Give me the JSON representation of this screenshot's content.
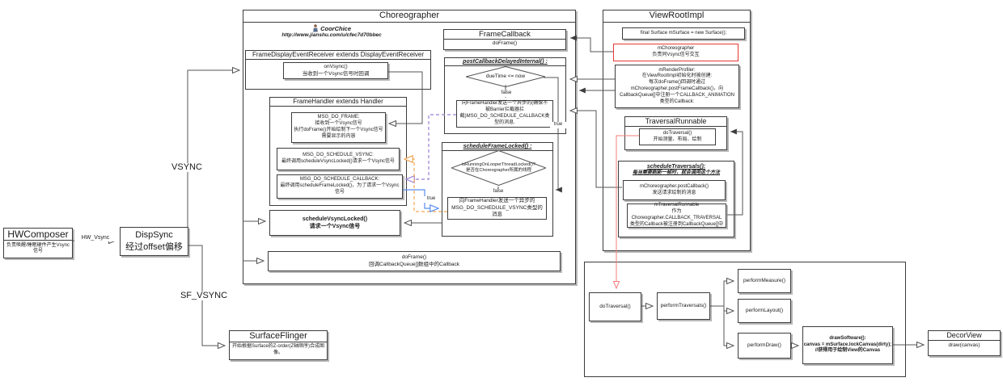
{
  "colors": {
    "red_box_border": "#e53935",
    "red_line": "#f47c7c",
    "orange_line": "#f2a654",
    "purple_line": "#9b7fd4",
    "blue_line": "#5b8def",
    "wire": "#555555"
  },
  "left": {
    "hwcomposer_title": "HWComposer",
    "hwcomposer_desc": "负责唤醒/睡眠硬件产生Vsync信号",
    "hw_vsync": "HW_Vsync",
    "dispsync_title": "DispSync",
    "dispsync_sub": "经过offset偏移",
    "vsync": "VSYNC",
    "sf_vsync": "SF_VSYNC",
    "surfaceflinger_title": "SurfaceFlinger",
    "surfaceflinger_desc": "开始根据Surface的Z-order(Z轴顺序)合成图像。"
  },
  "choreographer": {
    "title": "Choreographer",
    "author": "CoorChice",
    "author_url": "http://www.jianshu.com/u/cfec7d70bbec",
    "receiver_title": "FrameDisplayEventReceiver extends DisplayEventReceiver",
    "onvsync": "onVsync()\n当收到一个Vsync信号时回调",
    "framehandler_title": "FrameHandler extends Handler",
    "msg_do_frame_title": "MSG_DO_FRAME:",
    "msg_do_frame_desc": "接收到一个Vsync信号\n执行doFrame()开始绘制下一个Vsync信号需要显示的内容",
    "msg_do_schedule_vsync_title": "MSG_DO_SCHEDULE_VSYNC:",
    "msg_do_schedule_vsync_desc": "最终调用scheduleVsyncLocked()请求一个Vsync信号",
    "msg_do_schedule_callback_title": "MSG_DO_SCHEDULE_CALLBACK:",
    "msg_do_schedule_callback_desc": "最终调用scheduleFrameLocked()，为了请求一个Vsync信号",
    "schedule_vsync_locked": "scheduleVsyncLocked()\n请求一个Vsync信号",
    "doframe_bottom": "doFrame()\n回调CallbackQueue[]数组中的Callback",
    "framecallback_title": "FrameCallback",
    "framecallback_method": "doFrame()",
    "post_callback_title": "postCallbackDelayedInternal() :",
    "post_callback_cond": "dueTime <= now",
    "post_callback_false": "false",
    "post_callback_true": "true",
    "post_callback_msg": "向FrameHandler发送一个异步的(确保不被Barrier拦截器拦截)MSG_DO_SCHEDULE_CALLBACK类型的消息.",
    "schedule_frame_title": "scheduleFrameLocked() :",
    "schedule_frame_cond": "isRunningOnLooperThreadLocked()?\n是否在Choreographer所属的线程",
    "schedule_frame_false": "false",
    "schedule_frame_true": "true",
    "schedule_frame_msg": "向FrameHandler发送一个异步的MSG_DO_SCHEDULE_VSYNC类型的消息"
  },
  "viewrootimpl": {
    "title": "ViewRootImpl",
    "surface": "final Surface mSurface = new Surface();",
    "mchoreographer": "mChoreographer\n负责同Vsync信号交互",
    "mrenderprofiler_title": "mRenderProfiler:",
    "mrenderprofiler_desc": "在ViewRootImpl初始化时被创建:\n每次doFrame()回调时通过mChoreographer.postFrameCallback()，向CallbackQueue[]中注册一个CALLBACK_ANIMATION类型的Callback:",
    "traversal_runnable_title": "TraversalRunnable",
    "dotraversal_inner": "doTraversal()\n开始测量、布局、绘制",
    "schedule_traversals_title": "scheduleTraversals():",
    "schedule_traversals_sub": "每当需要刷新一帧时，就会调用这个方法",
    "post_callback": "mChoreographer.postCallback()\n发送请求绘制的消息",
    "mtraversal_runnable": "mTraversalRunnable\n作为Choreographer.CALLBACK_TRAVERSAL类型的Callback被注册到CallbackQueue[]中"
  },
  "render_flow": {
    "dotraversal": "doTraversal()",
    "perform_traversals": "performTraversals()",
    "perform_measure": "performMeasure()",
    "perform_layout": "performLayout()",
    "perform_draw": "performDraw()",
    "draw_software": "drawSoftware():\ncanvas = mSurface.lockCanvas(dirty);\n//获得用于绘制View的Canvas",
    "decorview_title": "DecorView",
    "decorview_method": "draw(canvas)"
  }
}
